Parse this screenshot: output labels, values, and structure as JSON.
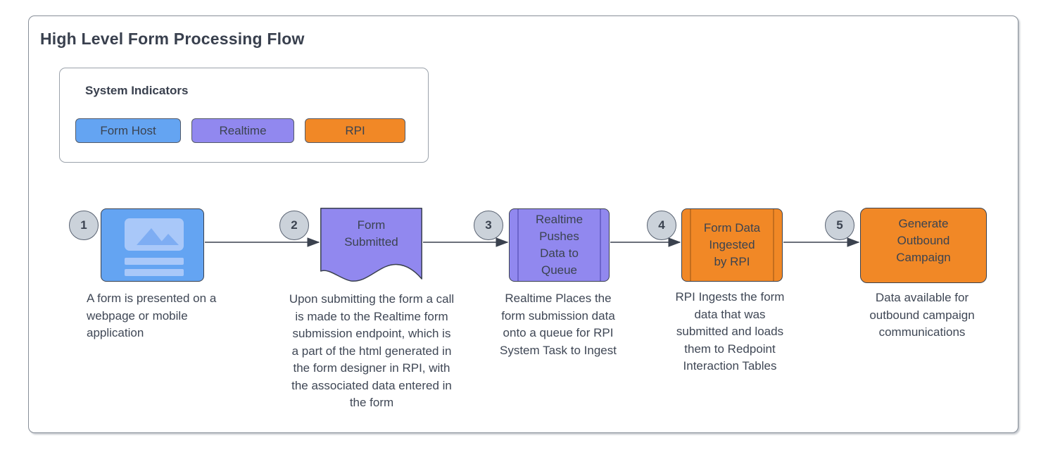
{
  "title": "High Level Form Processing Flow",
  "legend": {
    "title": "System Indicators",
    "items": [
      {
        "label": "Form Host",
        "color": "#64A4F2"
      },
      {
        "label": "Realtime",
        "color": "#9188EF"
      },
      {
        "label": "RPI",
        "color": "#F18826"
      }
    ]
  },
  "steps": [
    {
      "number": "1",
      "system": "Form Host",
      "shape": "image-placeholder",
      "shape_label": "",
      "description": "A form is presented on a\nwebpage or mobile\napplication"
    },
    {
      "number": "2",
      "system": "Realtime",
      "shape": "document",
      "shape_label": "Form\nSubmitted",
      "description": "Upon submitting the form a call\nis made to the Realtime form\nsubmission endpoint, which is\na part of the html generated in\nthe form designer in RPI, with\nthe associated data entered in\nthe form"
    },
    {
      "number": "3",
      "system": "Realtime",
      "shape": "predefined-process",
      "shape_label": "Realtime\nPushes\nData to\nQueue",
      "description": "Realtime Places the\nform submission data\nonto a queue for RPI\nSystem Task to Ingest"
    },
    {
      "number": "4",
      "system": "RPI",
      "shape": "predefined-process",
      "shape_label": "Form Data\nIngested\nby RPI",
      "description": "RPI Ingests the form\ndata that was\nsubmitted and loads\nthem to Redpoint\nInteraction Tables"
    },
    {
      "number": "5",
      "system": "RPI",
      "shape": "rounded-rectangle",
      "shape_label": "Generate\nOutbound\nCampaign",
      "description": "Data available for\noutbound campaign\ncommunications"
    }
  ],
  "colors": {
    "form_host": "#64A4F2",
    "realtime": "#9188EF",
    "rpi": "#F18826",
    "connector": "#3A414E",
    "step_circle_fill": "#CBD2DA",
    "text": "#3F4755"
  }
}
